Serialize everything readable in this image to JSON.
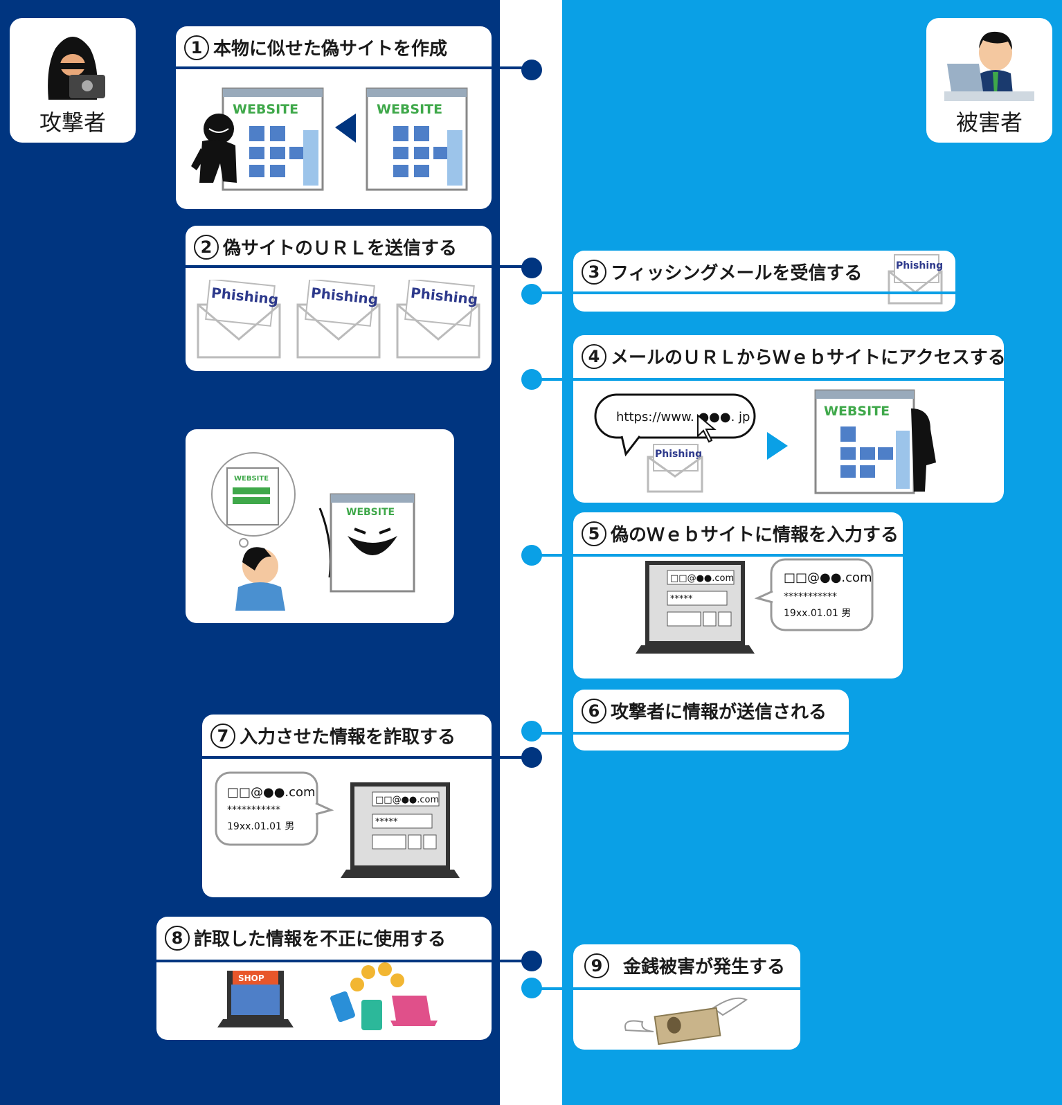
{
  "actors": {
    "attacker": "攻撃者",
    "victim": "被害者"
  },
  "steps": [
    {
      "num": "1",
      "label": "本物に似せた偽サイトを作成"
    },
    {
      "num": "2",
      "label": "偽サイトのＵＲＬを送信する"
    },
    {
      "num": "3",
      "label": "フィッシングメールを受信する"
    },
    {
      "num": "4",
      "label": "メールのＵＲＬからＷｅｂサイトにアクセスする"
    },
    {
      "num": "5",
      "label": "偽のＷｅｂサイトに情報を入力する"
    },
    {
      "num": "6",
      "label": "攻撃者に情報が送信される"
    },
    {
      "num": "7",
      "label": "入力させた情報を詐取する"
    },
    {
      "num": "8",
      "label": "詐取した情報を不正に使用する"
    },
    {
      "num": "9",
      "label": "金銭被害が発生する"
    }
  ],
  "website_logo": "WEBSITE",
  "phishing_label": "Phishing",
  "url_text": "https://www. ●●●. jp",
  "form": {
    "email": "□□@●●.com",
    "password": "*****"
  },
  "bubble": {
    "email": "□□@●●.com",
    "password": "***********",
    "dob": "19xx.01.01 男"
  },
  "shop_label": "SHOP",
  "colors": {
    "attacker_bg": "#003580",
    "victim_bg": "#0aa0e6",
    "separator": "#ffffff"
  }
}
